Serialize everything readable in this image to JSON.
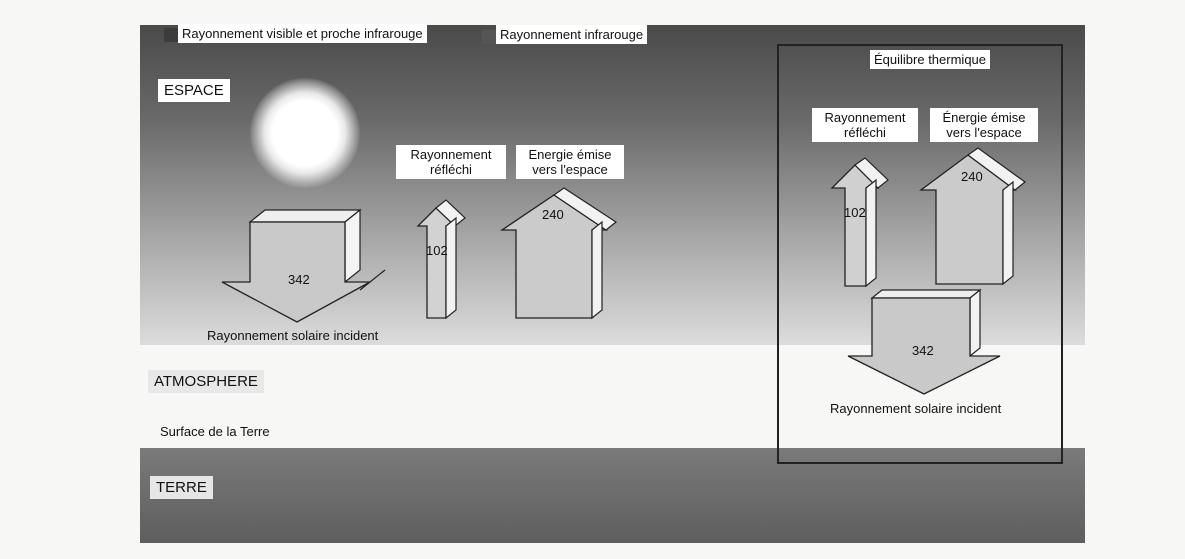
{
  "legend": {
    "visible_label": "Rayonnement visible et proche infrarouge",
    "infrared_label": "Rayonnement infrarouge"
  },
  "zones": {
    "space": "ESPACE",
    "atmosphere": "ATMOSPHERE",
    "surface": "Surface de la Terre",
    "earth": "TERRE"
  },
  "left_panel": {
    "incident_value": "342",
    "incident_label": "Rayonnement solaire incident",
    "reflected_label": "Rayonnement réfléchi",
    "reflected_value": "102",
    "emitted_label": "Energie émise vers l'espace",
    "emitted_value": "240"
  },
  "right_panel": {
    "title": "Équilibre thermique",
    "reflected_label": "Rayonnement réfléchi",
    "reflected_value": "102",
    "emitted_label": "Énergie émise vers l'espace",
    "emitted_value": "240",
    "incident_value": "342",
    "incident_label": "Rayonnement solaire incident"
  },
  "colors": {
    "sky_top": "#4a4a4a",
    "sky_bottom": "#dcdcdc",
    "ground": "#666666",
    "arrow_face": "#c9c9c9",
    "arrow_side": "#f2f2f2",
    "arrow_stroke": "#222222"
  }
}
